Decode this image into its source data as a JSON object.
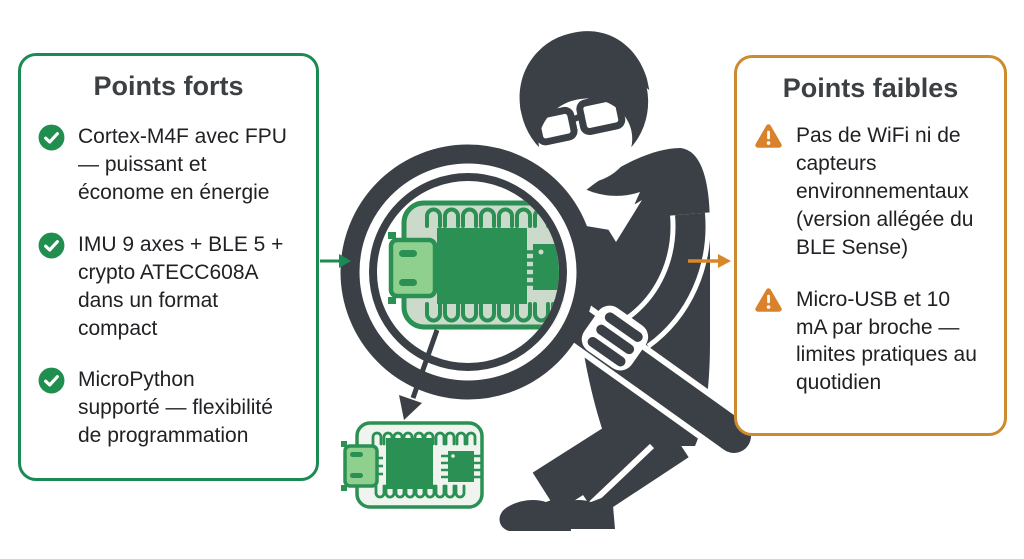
{
  "left_panel": {
    "title": "Points forts",
    "icon": "check-circle-icon",
    "items": [
      "Cortex-M4F avec FPU\n— puissant et\néconome en énergie",
      "IMU 9 axes + BLE 5 +\ncrypto ATECC608A\ndans un format\ncompact",
      "MicroPython\nsupporté — flexibilité\nde programmation"
    ]
  },
  "right_panel": {
    "title": "Points faibles",
    "icon": "warning-triangle-icon",
    "items": [
      "Pas de WiFi ni de\ncapteurs\nenvironnementaux\n(version allégée du\nBLE Sense)",
      "Micro-USB et 10\nmA par broche —\nlimites pratiques au\nquotidien"
    ]
  },
  "illustration": {
    "description": "person-with-magnifier-inspecting-microcontroller-board",
    "elements": [
      "person-silhouette",
      "magnifying-glass",
      "large-board-in-lens",
      "small-board",
      "down-arrow"
    ]
  },
  "colors": {
    "green_border": "#1b8a53",
    "green_icon": "#1f8e4e",
    "green_arrow": "#1b8a53",
    "orange_border": "#cd8a2f",
    "orange_icon": "#d9822b",
    "orange_arrow": "#d8882a",
    "dark_silhouette": "#3a4045",
    "board_pale": "#cbdacb",
    "board_white": "#eff4ef",
    "chip_green": "#2b9053",
    "usb_green": "#8fd08f",
    "text": "#202124",
    "title": "#3c4043"
  }
}
